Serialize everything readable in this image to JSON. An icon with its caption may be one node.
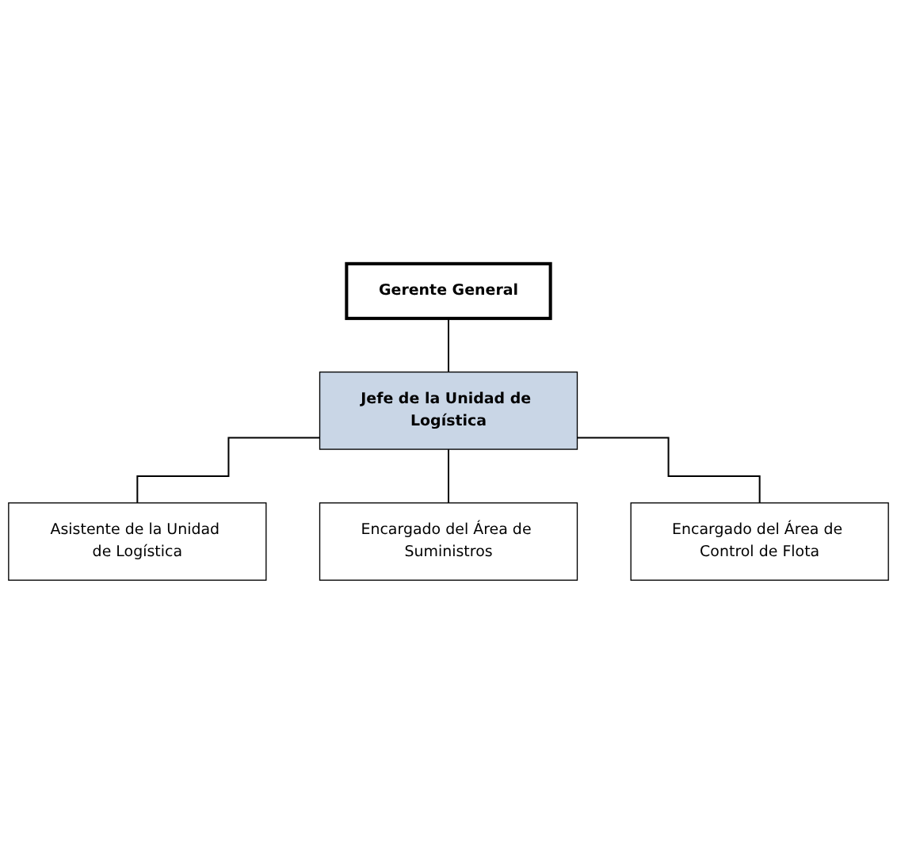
{
  "diagram": {
    "nodes": [
      {
        "text": [
          "Gerente General"
        ]
      },
      {
        "text": [
          "Jefe de la Unidad de Logística"
        ]
      },
      {
        "text": [
          "Asistente de la Unidad de Logística"
        ]
      },
      {
        "text": [
          "Encargado del Área de Suministros"
        ]
      },
      {
        "text": [
          "Encargado del Área de Control de Flota"
        ]
      }
    ],
    "edges": [
      {
        "from": 0,
        "to": 1,
        "arrow": "none"
      },
      {
        "from": 1,
        "to": 2,
        "arrow": "none"
      },
      {
        "from": 1,
        "to": 3,
        "arrow": "none"
      },
      {
        "from": 1,
        "to": 4,
        "arrow": "none"
      }
    ]
  }
}
